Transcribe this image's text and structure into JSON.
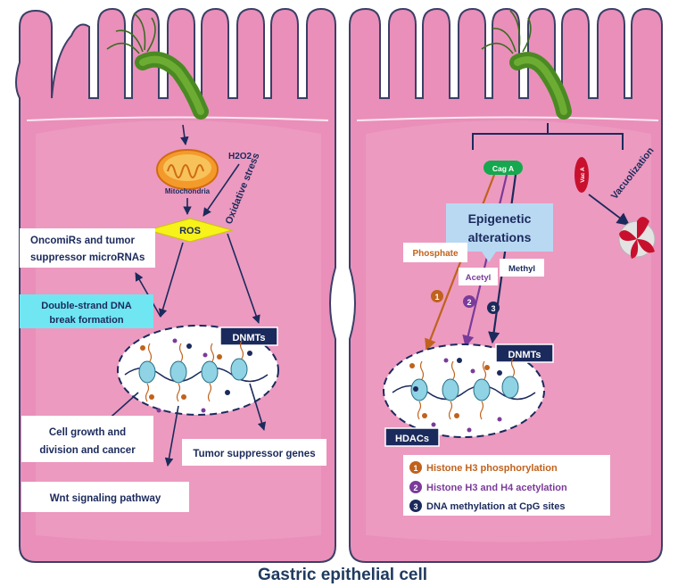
{
  "footer": {
    "title": "Gastric epithelial cell"
  },
  "left_cell": {
    "mitochondria": "Mitochondria",
    "h2o2": "H2O2",
    "oxidative_stress": "Oxidative stress",
    "ros": "ROS",
    "oncomirs_line1": "OncomiRs and tumor",
    "oncomirs_line2": "suppressor microRNAs",
    "dsb_line1": "Double-strand DNA",
    "dsb_line2": "break formation",
    "dnmts": "DNMTs",
    "cell_growth_line1": "Cell growth and",
    "cell_growth_line2": "division and cancer",
    "tumor_suppressor": "Tumor suppressor genes",
    "wnt": "Wnt signaling pathway"
  },
  "right_cell": {
    "cag_a": "Cag A",
    "vac_a": "Vac A",
    "vacuolization": "Vacuolization",
    "epigenetic_line1": "Epigenetic",
    "epigenetic_line2": "alterations",
    "phosphate": "Phosphate",
    "acetyl": "Acetyl",
    "methyl": "Methyl",
    "dnmts": "DNMTs",
    "hdacs": "HDACs",
    "legend": [
      {
        "num": "1",
        "text": "Histone H3 phosphorylation",
        "color": "#c0621c"
      },
      {
        "num": "2",
        "text": "Histone H3 and H4 acetylation",
        "color": "#7a3b9a"
      },
      {
        "num": "3",
        "text": "DNA methylation at CpG sites",
        "color": "#1b2a5c"
      }
    ]
  },
  "colors": {
    "cell_fill": "#e98fba",
    "cell_stroke": "#3b3f66",
    "navy": "#1b2a5c",
    "orange": "#c0621c",
    "purple": "#7a3b9a",
    "ros_yellow": "#f6f21a",
    "cyan_box": "#6fe6f2",
    "epigenetic_box": "#b9d9f3"
  }
}
